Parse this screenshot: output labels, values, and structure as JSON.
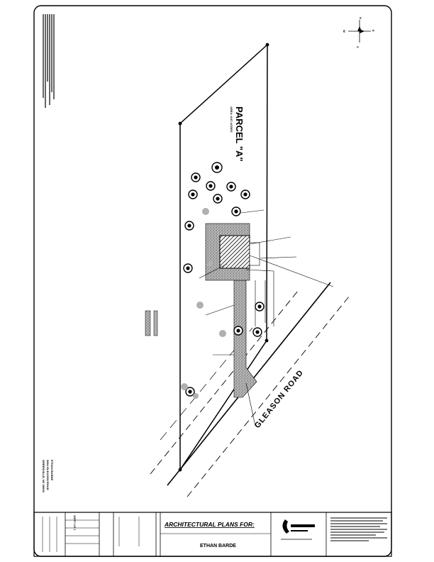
{
  "parcel": {
    "name": "PARCEL \"A\"",
    "area": "AREA: 0.87 ACRES"
  },
  "road": {
    "name": "GLEASON ROAD"
  },
  "compass": {
    "n": "N",
    "s": "S",
    "e": "E",
    "w": "W"
  },
  "title_block": {
    "title": "ARCHITECTURAL PLANS FOR:",
    "client": "ETHAN BARDE",
    "sheet": "SHEET 1 OF 1"
  },
  "project": {
    "name": "ETHAN BARDE",
    "address1": "5264 GLEASON ROAD",
    "address2": "GREENVILLE, NC 00000"
  },
  "colors": {
    "ink": "#000000",
    "gravel": "#9a9a9a",
    "tree": "#b0b0b0",
    "paper": "#ffffff"
  }
}
